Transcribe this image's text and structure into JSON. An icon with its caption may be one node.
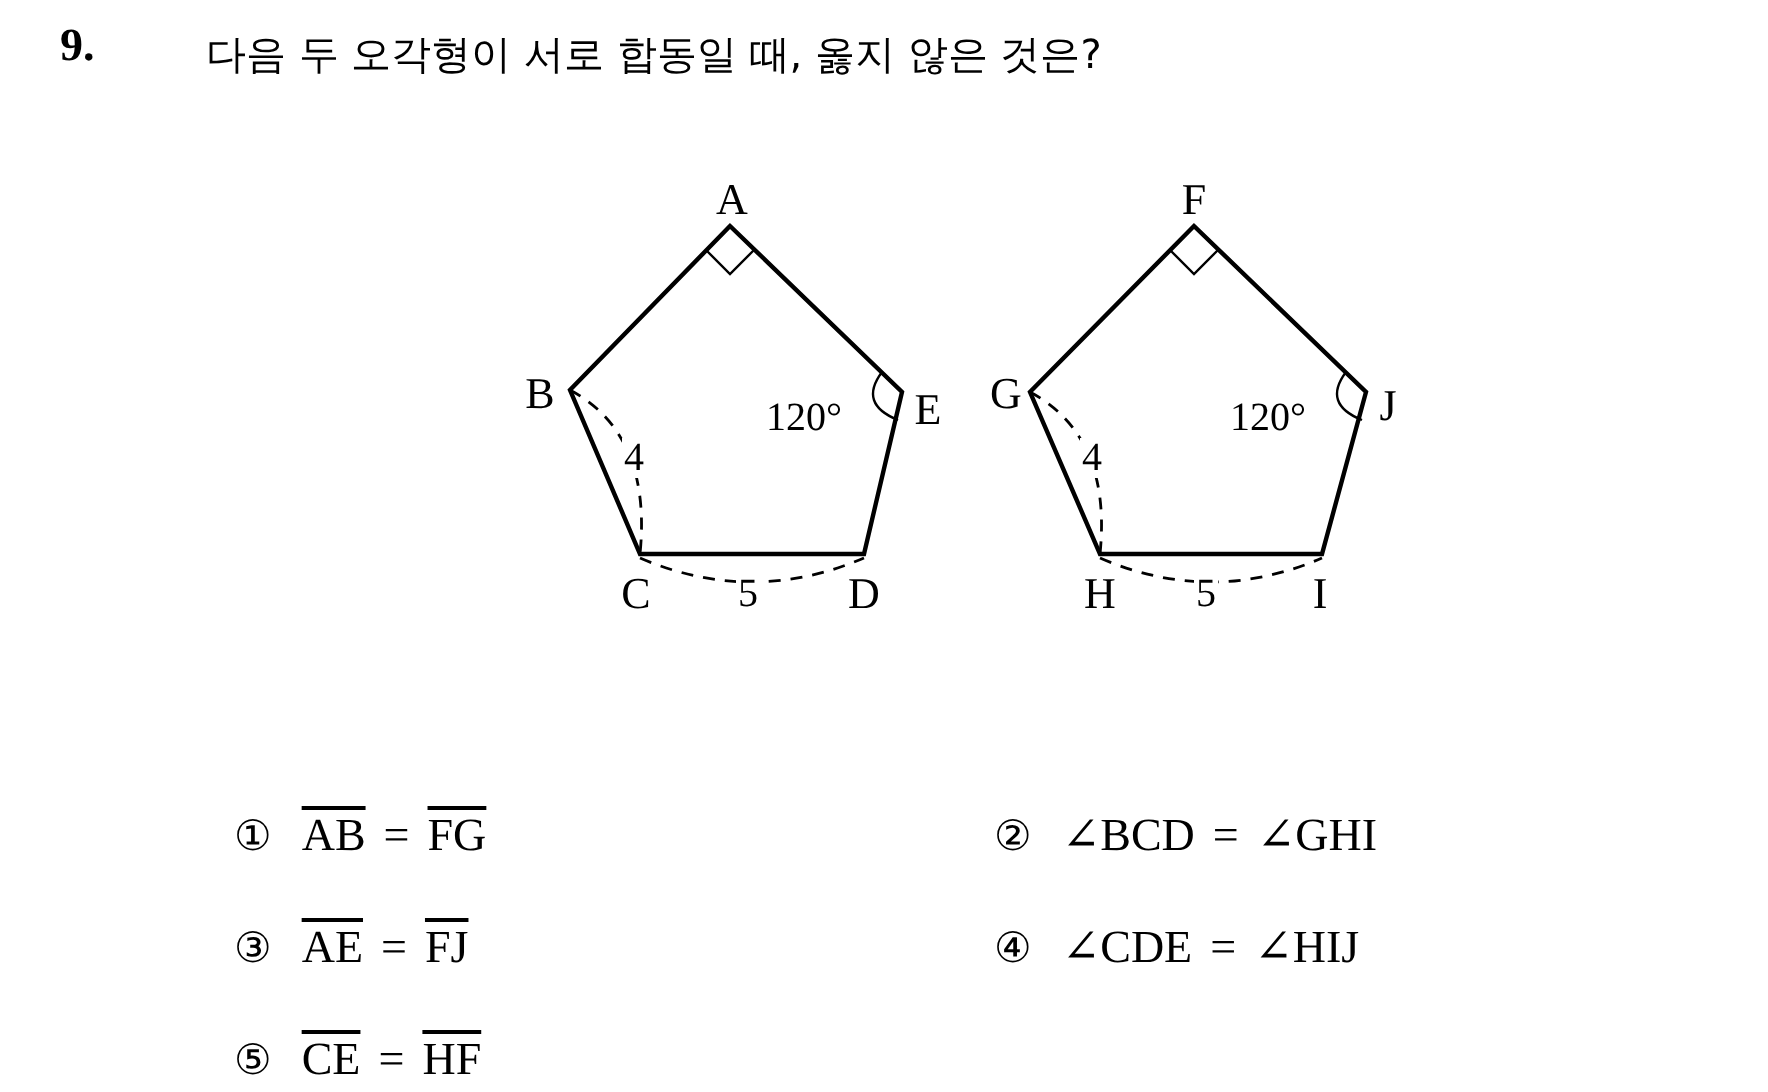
{
  "diagram": {
    "title": "다음 두 오각형이 서로 합동일 때, 옳지 않은 것은?",
    "labels": [
      "9.",
      "A",
      "F",
      "B",
      "120°",
      "E",
      "G",
      "120°",
      "J",
      "4",
      "4",
      "C",
      "5",
      "D",
      "H",
      "5",
      "I",
      "①",
      "AB",
      "=",
      "FG",
      "②",
      "∠BCD",
      "=",
      "∠GHI",
      "③",
      "AE",
      "=",
      "FJ",
      "④",
      "∠CDE",
      "=",
      "∠HIJ",
      "⑤",
      "CE",
      "=",
      "HF"
    ]
  }
}
